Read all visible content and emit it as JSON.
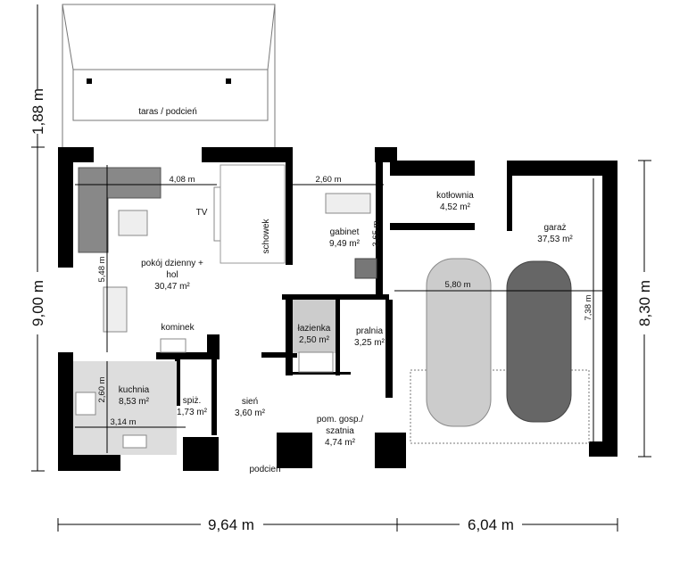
{
  "plan": {
    "rooms": [
      {
        "name": "taras / podcień",
        "area": ""
      },
      {
        "name": "pokój dzienny +",
        "name2": "hol",
        "area": "30,47 m²"
      },
      {
        "name": "gabinet",
        "area": "9,49 m²"
      },
      {
        "name": "kotłownia",
        "area": "4,52 m²"
      },
      {
        "name": "garaż",
        "area": "37,53 m²"
      },
      {
        "name": "łazienka",
        "area": "2,50 m²"
      },
      {
        "name": "pralnia",
        "area": "3,25 m²"
      },
      {
        "name": "kuchnia",
        "area": "8,53 m²"
      },
      {
        "name": "spiż.",
        "area": "1,73 m²"
      },
      {
        "name": "sień",
        "area": "3,60 m²"
      },
      {
        "name": "pom. gosp./",
        "name2": "szatnia",
        "area": "4,74 m²"
      },
      {
        "name": "podcień",
        "area": ""
      }
    ],
    "labels": {
      "tv": "TV",
      "schowek": "schowek",
      "kominek": "kominek"
    },
    "inner_dimensions": {
      "living_width": "4,08 m",
      "living_depth": "5,48 m",
      "study_width": "2,60 m",
      "study_depth": "3,65 m",
      "garage_width": "5,80 m",
      "garage_depth": "7,38 m",
      "kitchen_width": "3,14 m",
      "kitchen_depth": "2,60 m"
    },
    "outer_dimensions": {
      "terrace_depth": "1,88 m",
      "house_depth": "9,00 m",
      "garage_depth": "8,30 m",
      "house_width": "9,64 m",
      "garage_width": "6,04 m"
    }
  }
}
